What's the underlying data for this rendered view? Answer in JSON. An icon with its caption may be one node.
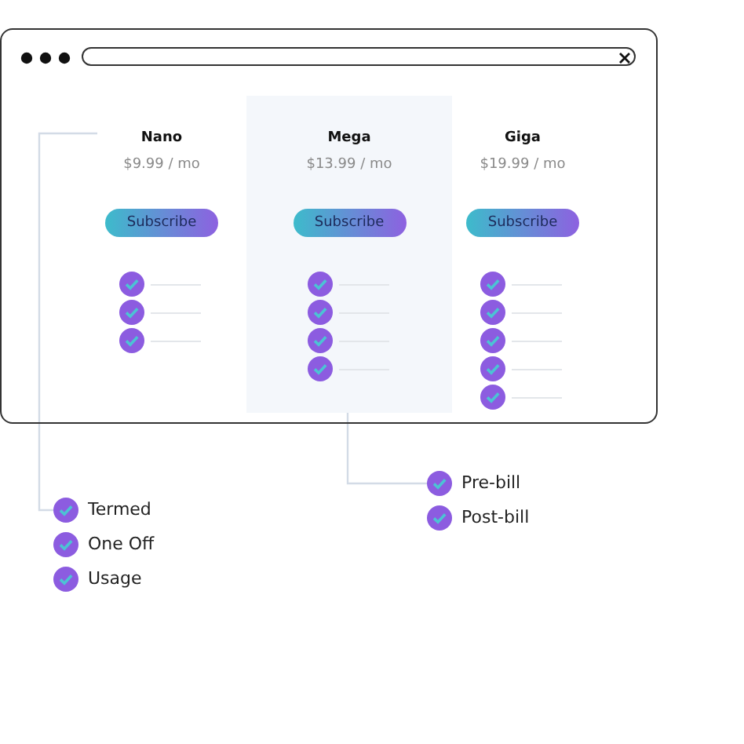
{
  "diagram": {
    "nodes": [
      {
        "text": [],
        "shape": "box"
      },
      {
        "text": [
          "Nano",
          "$9.99 / mo"
        ],
        "in": 0
      },
      {
        "text": [
          "Mega",
          "$13.99 / mo"
        ],
        "in": 0
      },
      {
        "text": [
          "Giga",
          "$19.99 / mo"
        ],
        "in": 0
      },
      {
        "text": [
          "Termed",
          "One Off",
          "Usage"
        ]
      },
      {
        "text": [
          "Pre-bill",
          "Post-bill"
        ]
      }
    ],
    "edges": [
      {
        "from": 1,
        "to": 4,
        "arrow": "none"
      },
      {
        "from": 2,
        "to": 5,
        "arrow": "none"
      }
    ],
    "labels": [
      "Subscribe",
      "Subscribe",
      "Subscribe"
    ]
  }
}
